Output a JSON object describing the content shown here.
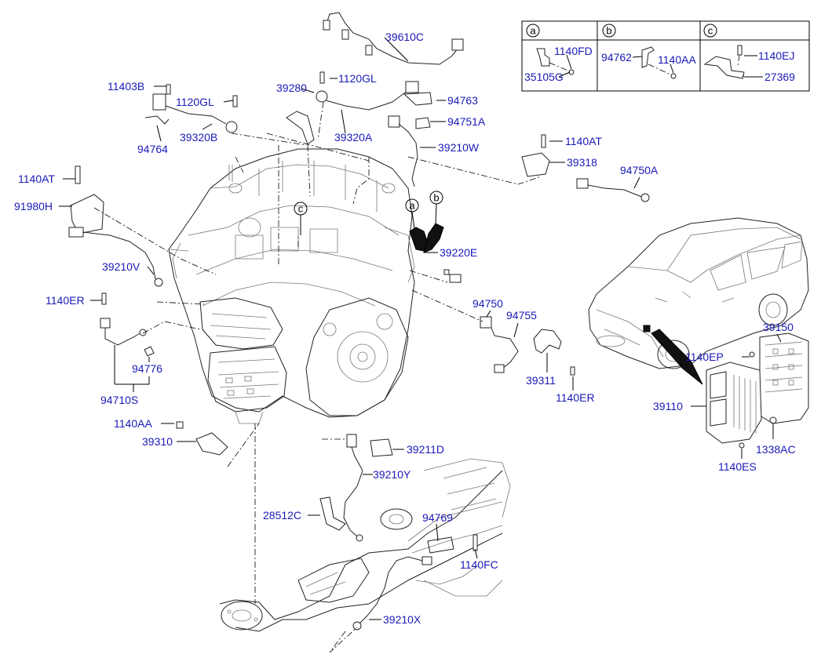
{
  "colors": {
    "label": "#1a1ab8",
    "line": "#000000",
    "background": "#ffffff"
  },
  "inset": {
    "a": {
      "marker": "a",
      "parts": [
        "1140FD",
        "35105G"
      ]
    },
    "b": {
      "marker": "b",
      "parts": [
        "94762",
        "1140AA"
      ]
    },
    "c": {
      "marker": "c",
      "parts": [
        "1140EJ",
        "27369"
      ]
    }
  },
  "callouts": [
    "a",
    "b",
    "c"
  ],
  "labels": [
    "39610C",
    "11403B",
    "1120GL",
    "39280",
    "1120GL",
    "94763",
    "94751A",
    "39320B",
    "94764",
    "39320A",
    "39210W",
    "1140AT",
    "39318",
    "1140AT",
    "94750A",
    "91980H",
    "39220E",
    "39210V",
    "1140ER",
    "94750",
    "94755",
    "39150",
    "1140EP",
    "94776",
    "39311",
    "1140ER",
    "94710S",
    "39110",
    "1140AA",
    "39310",
    "39211D",
    "1338AC",
    "1140ES",
    "39210Y",
    "28512C",
    "94769",
    "1140FC",
    "39210X"
  ]
}
